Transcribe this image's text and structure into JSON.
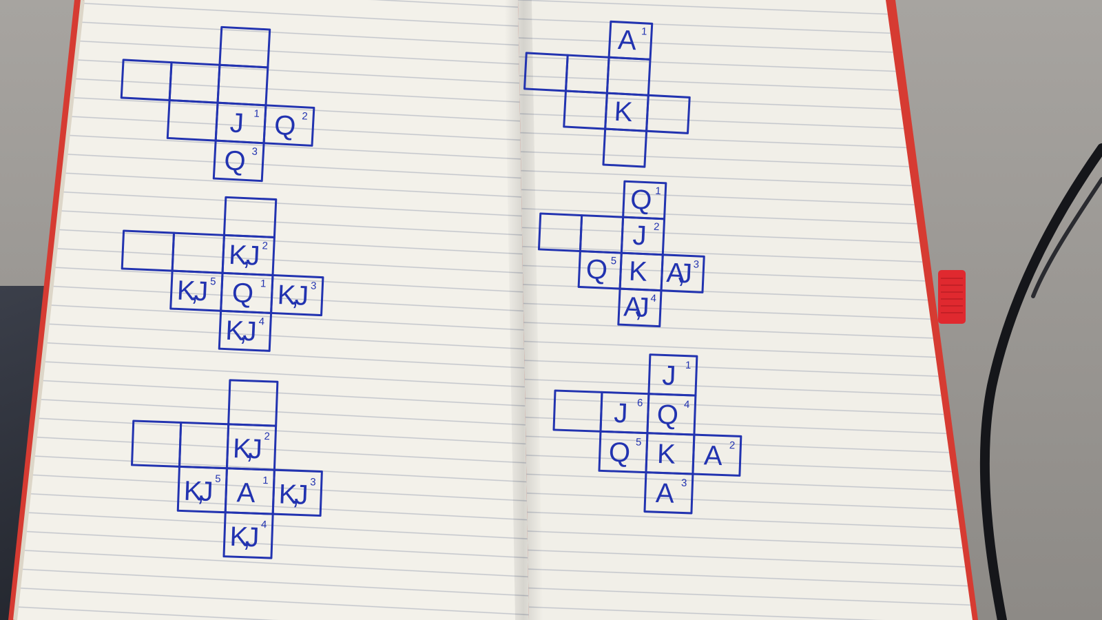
{
  "photo": {
    "colors": {
      "ink": "#2233b0",
      "paper": "#f3f1ea",
      "rule_line": "#c3c6cc",
      "cover": "#d63b32",
      "desk": "#9a9793",
      "bookmark": "#e0292f"
    },
    "sketches": [
      {
        "id": "sketch-1",
        "cells": [
          {
            "col": 2,
            "row": 0,
            "label": "",
            "sup": ""
          },
          {
            "col": 0,
            "row": 1,
            "label": "",
            "sup": ""
          },
          {
            "col": 1,
            "row": 1,
            "label": "",
            "sup": ""
          },
          {
            "col": 2,
            "row": 1,
            "label": "",
            "sup": ""
          },
          {
            "col": 1,
            "row": 2,
            "label": "",
            "sup": ""
          },
          {
            "col": 2,
            "row": 2,
            "label": "J",
            "sup": "1"
          },
          {
            "col": 3,
            "row": 2,
            "label": "Q",
            "sup": "2"
          },
          {
            "col": 2,
            "row": 3,
            "label": "Q",
            "sup": "3"
          }
        ]
      },
      {
        "id": "sketch-2",
        "cells": [
          {
            "col": 2,
            "row": 0,
            "label": "",
            "sup": ""
          },
          {
            "col": 0,
            "row": 1,
            "label": "",
            "sup": ""
          },
          {
            "col": 1,
            "row": 1,
            "label": "",
            "sup": ""
          },
          {
            "col": 2,
            "row": 1,
            "label": "K,J",
            "sup": "2"
          },
          {
            "col": 1,
            "row": 2,
            "label": "K,J",
            "sup": "5"
          },
          {
            "col": 2,
            "row": 2,
            "label": "Q",
            "sup": "1"
          },
          {
            "col": 3,
            "row": 2,
            "label": "K,J",
            "sup": "3"
          },
          {
            "col": 2,
            "row": 3,
            "label": "K,J",
            "sup": "4"
          }
        ]
      },
      {
        "id": "sketch-3",
        "cells": [
          {
            "col": 2,
            "row": 0,
            "label": "",
            "sup": ""
          },
          {
            "col": 0,
            "row": 1,
            "label": "",
            "sup": ""
          },
          {
            "col": 1,
            "row": 1,
            "label": "",
            "sup": ""
          },
          {
            "col": 2,
            "row": 1,
            "label": "K,J",
            "sup": "2"
          },
          {
            "col": 1,
            "row": 2,
            "label": "K,J",
            "sup": "5"
          },
          {
            "col": 2,
            "row": 2,
            "label": "A",
            "sup": "1"
          },
          {
            "col": 3,
            "row": 2,
            "label": "K,J",
            "sup": "3"
          },
          {
            "col": 2,
            "row": 3,
            "label": "K,J",
            "sup": "4"
          }
        ]
      },
      {
        "id": "sketch-4",
        "cells": [
          {
            "col": 2,
            "row": 0,
            "label": "A",
            "sup": "1"
          },
          {
            "col": 0,
            "row": 1,
            "label": "",
            "sup": ""
          },
          {
            "col": 1,
            "row": 1,
            "label": "",
            "sup": ""
          },
          {
            "col": 2,
            "row": 1,
            "label": "",
            "sup": ""
          },
          {
            "col": 1,
            "row": 2,
            "label": "",
            "sup": ""
          },
          {
            "col": 2,
            "row": 2,
            "label": "K",
            "sup": ""
          },
          {
            "col": 3,
            "row": 2,
            "label": "",
            "sup": ""
          },
          {
            "col": 2,
            "row": 3,
            "label": "",
            "sup": ""
          }
        ]
      },
      {
        "id": "sketch-5",
        "cells": [
          {
            "col": 2,
            "row": 0,
            "label": "Q",
            "sup": "1"
          },
          {
            "col": 0,
            "row": 1,
            "label": "",
            "sup": ""
          },
          {
            "col": 1,
            "row": 1,
            "label": "",
            "sup": ""
          },
          {
            "col": 2,
            "row": 1,
            "label": "J",
            "sup": "2"
          },
          {
            "col": 1,
            "row": 2,
            "label": "Q",
            "sup": "5"
          },
          {
            "col": 2,
            "row": 2,
            "label": "K",
            "sup": ""
          },
          {
            "col": 3,
            "row": 2,
            "label": "A,J",
            "sup": "3"
          },
          {
            "col": 2,
            "row": 3,
            "label": "A,J",
            "sup": "4"
          }
        ]
      },
      {
        "id": "sketch-6",
        "cells": [
          {
            "col": 2,
            "row": 0,
            "label": "J",
            "sup": "1"
          },
          {
            "col": 0,
            "row": 1,
            "label": "",
            "sup": ""
          },
          {
            "col": 1,
            "row": 1,
            "label": "J",
            "sup": "6"
          },
          {
            "col": 2,
            "row": 1,
            "label": "Q",
            "sup": "4"
          },
          {
            "col": 1,
            "row": 2,
            "label": "Q",
            "sup": "5"
          },
          {
            "col": 2,
            "row": 2,
            "label": "K",
            "sup": ""
          },
          {
            "col": 3,
            "row": 2,
            "label": "A",
            "sup": "2"
          },
          {
            "col": 2,
            "row": 3,
            "label": "A",
            "sup": "3"
          }
        ]
      }
    ]
  }
}
